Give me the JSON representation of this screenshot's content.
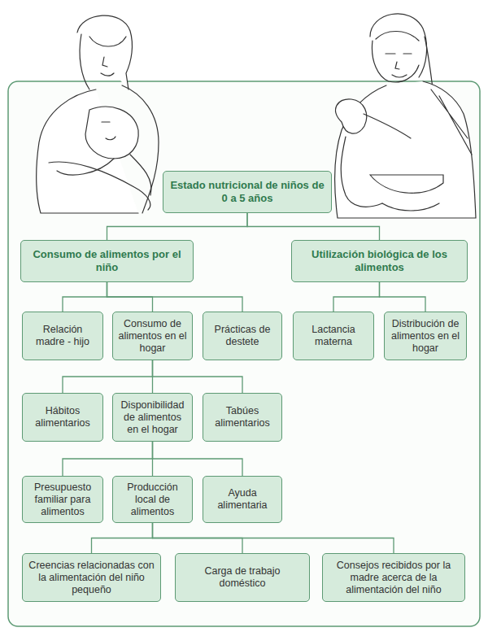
{
  "diagram": {
    "nodes": [
      {
        "text": [
          "Estado nutricional de niños de 0 a 5 años"
        ]
      },
      {
        "text": [
          "Consumo de alimentos por el niño"
        ]
      },
      {
        "text": [
          "Utilización biológica de los alimentos"
        ]
      },
      {
        "text": [
          "Relación madre - hijo"
        ]
      },
      {
        "text": [
          "Consumo de alimentos en el hogar"
        ]
      },
      {
        "text": [
          "Prácticas de destete"
        ]
      },
      {
        "text": [
          "Lactancia materna"
        ]
      },
      {
        "text": [
          "Distribución de alimentos en el hogar"
        ]
      },
      {
        "text": [
          "Hábitos alimentarios"
        ]
      },
      {
        "text": [
          "Disponibilidad de alimentos en el hogar"
        ]
      },
      {
        "text": [
          "Tabúes alimentarios"
        ]
      },
      {
        "text": [
          "Presupuesto familiar para alimentos"
        ]
      },
      {
        "text": [
          "Producción local de alimentos"
        ]
      },
      {
        "text": [
          "Ayuda alimentaria"
        ]
      },
      {
        "text": [
          "Creencias relacionadas con la alimentación del niño pequeño"
        ]
      },
      {
        "text": [
          "Carga de trabajo doméstico"
        ]
      },
      {
        "text": [
          "Consejos recibidos por la madre acerca de la alimentación del niño"
        ]
      }
    ],
    "edges": [
      {
        "from": 0,
        "to": 1,
        "arrow": "none"
      },
      {
        "from": 0,
        "to": 2,
        "arrow": "none"
      },
      {
        "from": 1,
        "to": 3,
        "arrow": "none"
      },
      {
        "from": 1,
        "to": 4,
        "arrow": "none"
      },
      {
        "from": 1,
        "to": 5,
        "arrow": "none"
      },
      {
        "from": 2,
        "to": 6,
        "arrow": "none"
      },
      {
        "from": 2,
        "to": 7,
        "arrow": "none"
      },
      {
        "from": 4,
        "to": 8,
        "arrow": "none"
      },
      {
        "from": 4,
        "to": 9,
        "arrow": "none"
      },
      {
        "from": 4,
        "to": 10,
        "arrow": "none"
      },
      {
        "from": 9,
        "to": 11,
        "arrow": "none"
      },
      {
        "from": 9,
        "to": 12,
        "arrow": "none"
      },
      {
        "from": 9,
        "to": 13,
        "arrow": "none"
      },
      {
        "from": 12,
        "to": 14,
        "arrow": "none"
      },
      {
        "from": 12,
        "to": 15,
        "arrow": "none"
      },
      {
        "from": 12,
        "to": 16,
        "arrow": "none"
      }
    ]
  }
}
